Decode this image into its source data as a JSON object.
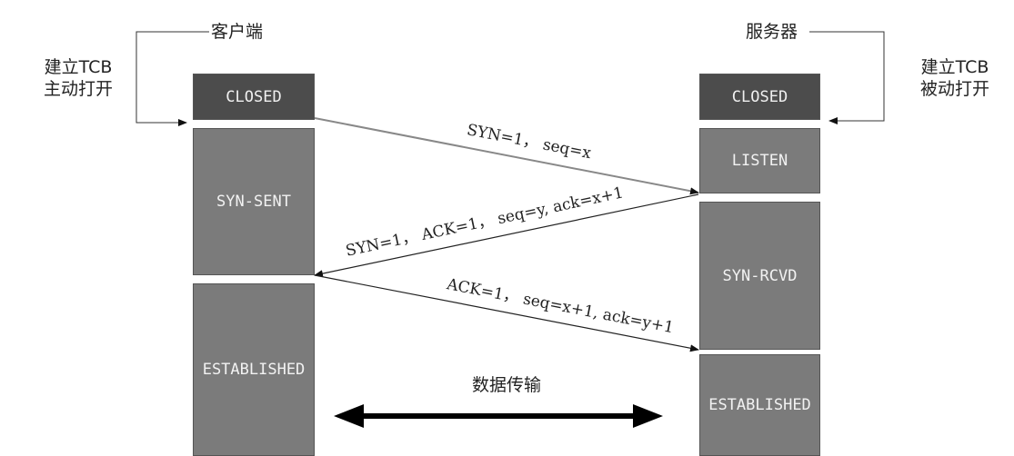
{
  "client": {
    "title": "客户端",
    "action_line1": "建立TCB",
    "action_line2": "主动打开",
    "states": [
      "CLOSED",
      "SYN-SENT",
      "ESTABLISHED"
    ]
  },
  "server": {
    "title": "服务器",
    "action_line1": "建立TCB",
    "action_line2": "被动打开",
    "states": [
      "CLOSED",
      "LISTEN",
      "SYN-RCVD",
      "ESTABLISHED"
    ]
  },
  "messages": [
    "SYN=1， seq=x",
    "SYN=1， ACK=1， seq=y, ack=x+1",
    "ACK=1， seq=x+1, ack=y+1"
  ],
  "data_transfer": "数据传输"
}
